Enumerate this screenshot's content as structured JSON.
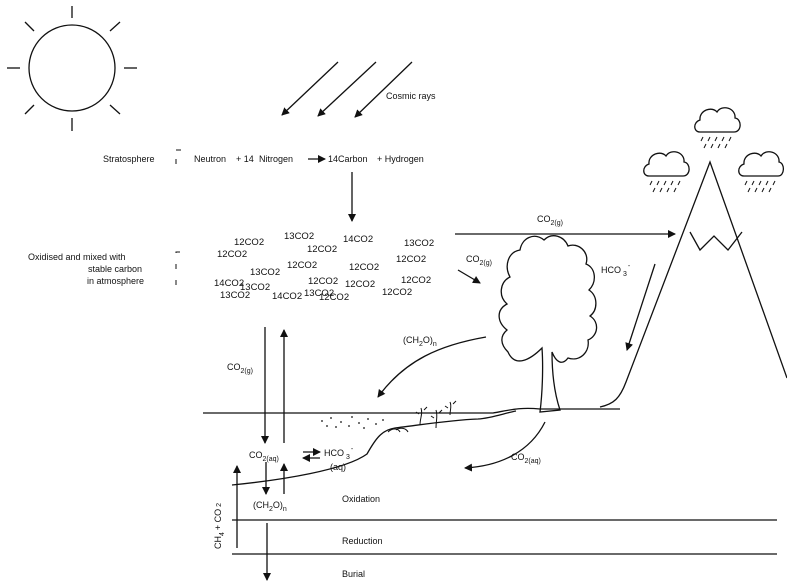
{
  "colors": {
    "ink": "#111111",
    "background": "#ffffff"
  },
  "labels": {
    "cosmic_rays": "Cosmic rays",
    "stratosphere": "Stratosphere",
    "neutron": "Neutron",
    "plus_14": "+ 14",
    "nitrogen": "Nitrogen",
    "carbon14": "14Carbon",
    "plus_hydrogen": "+ Hydrogen",
    "oxidised_line1": "Oxidised and mixed with",
    "oxidised_line2": "stable carbon",
    "oxidised_line3": "in atmosphere",
    "co2_gas": "CO",
    "sub_2g": "2(g)",
    "hco3": "HCO",
    "sub_3": "3",
    "minus": "-",
    "ch2o_left": "(CH",
    "ch2o_sub2": "2",
    "ch2o_right": "O)",
    "ch2o_n": "n",
    "co2_aq": "CO",
    "sub_2aq": "2(aq)",
    "aq": "(aq)",
    "oxidation": "Oxidation",
    "reduction": "Reduction",
    "burial": "Burial",
    "ch4_co2": "CH",
    "ch4_sub4": "4",
    "ch4_plus_co": "+ CO",
    "ch4_sub2": "2"
  },
  "molecules": [
    "12CO2",
    "13CO2",
    "14CO2",
    "13CO2",
    "12CO2",
    "12CO2",
    "12CO2",
    "13CO2",
    "12CO2",
    "12CO2",
    "13CO2",
    "12CO2",
    "14CO2",
    "12CO2",
    "12CO2",
    "12CO2",
    "13CO2",
    "14CO2",
    "12CO2",
    "13CO2"
  ],
  "icons": [
    "sun-icon",
    "rain-cloud-icon",
    "tree-icon",
    "mountain-icon",
    "plant-icon"
  ]
}
